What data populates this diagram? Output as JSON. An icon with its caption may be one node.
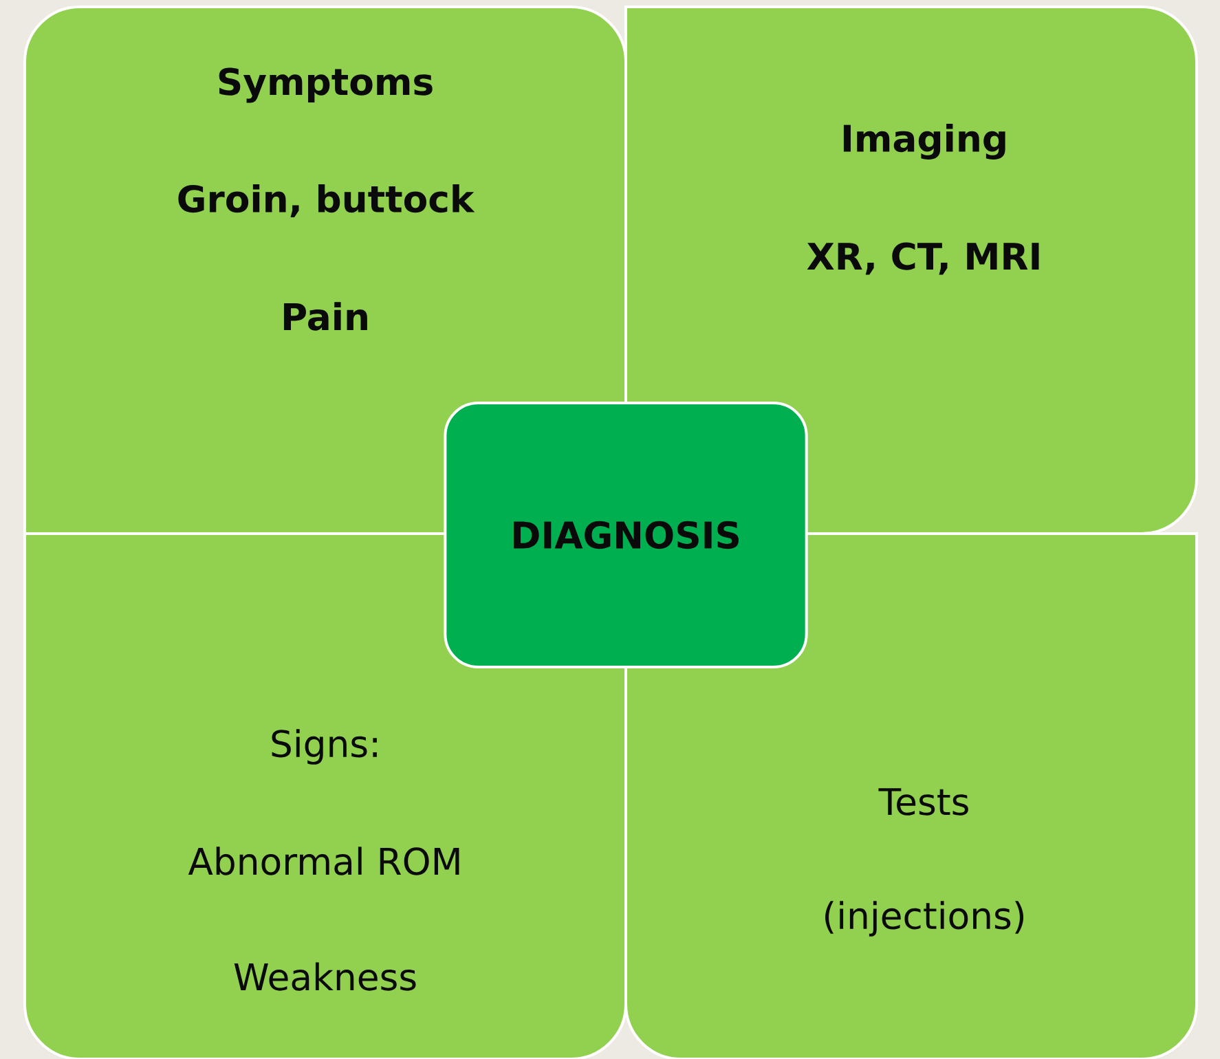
{
  "diagram": {
    "nodes": [
      {
        "text": [
          "Symptoms",
          "Groin, buttock",
          "Pain"
        ]
      },
      {
        "text": [
          "Imaging",
          "XR, CT, MRI"
        ]
      },
      {
        "text": [
          "Signs:",
          "Abnormal ROM",
          "Weakness"
        ]
      },
      {
        "text": [
          "Tests",
          "(injections)"
        ]
      },
      {
        "text": [
          "DIAGNOSIS"
        ]
      }
    ]
  }
}
